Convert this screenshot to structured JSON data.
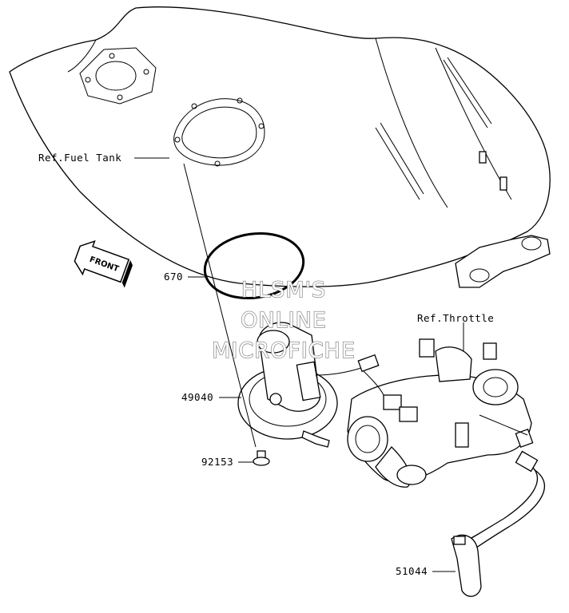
{
  "parts": {
    "fuel_tank_ref": "Ref.Fuel Tank",
    "throttle_ref": "Ref.Throttle",
    "oring": "670",
    "pump": "49040",
    "bolt": "92153",
    "hose": "51044"
  },
  "front_arrow": "FRONT",
  "watermark": {
    "line1": "HLSM'S",
    "line2": "ONLINE",
    "line3": "MICROFICHE"
  }
}
